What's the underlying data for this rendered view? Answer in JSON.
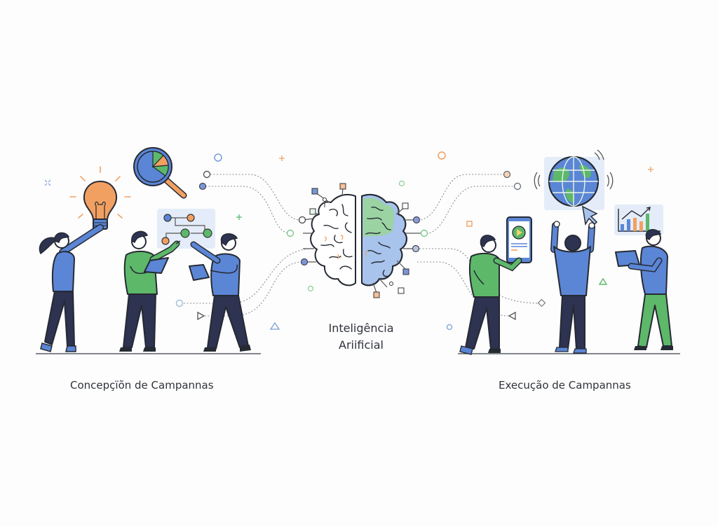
{
  "center_label": {
    "line1": "Inteligência",
    "line2": "Ariificial"
  },
  "left_section": {
    "caption": "Concepçïõn de Campannas",
    "icons": [
      "lightbulb-icon",
      "magnifier-pie-chart-icon",
      "flow-network-icon",
      "tablet-icon"
    ]
  },
  "right_section": {
    "caption": "Execução de Campannas",
    "icons": [
      "globe-icon",
      "cursor-icon",
      "phone-video-icon",
      "bar-chart-icon",
      "laptop-icon"
    ]
  },
  "colors": {
    "blue": "#5b86d6",
    "green": "#5db86a",
    "orange": "#f2a061",
    "navy": "#2d3350",
    "outline": "#262a33",
    "background": "#fdfdfd"
  }
}
